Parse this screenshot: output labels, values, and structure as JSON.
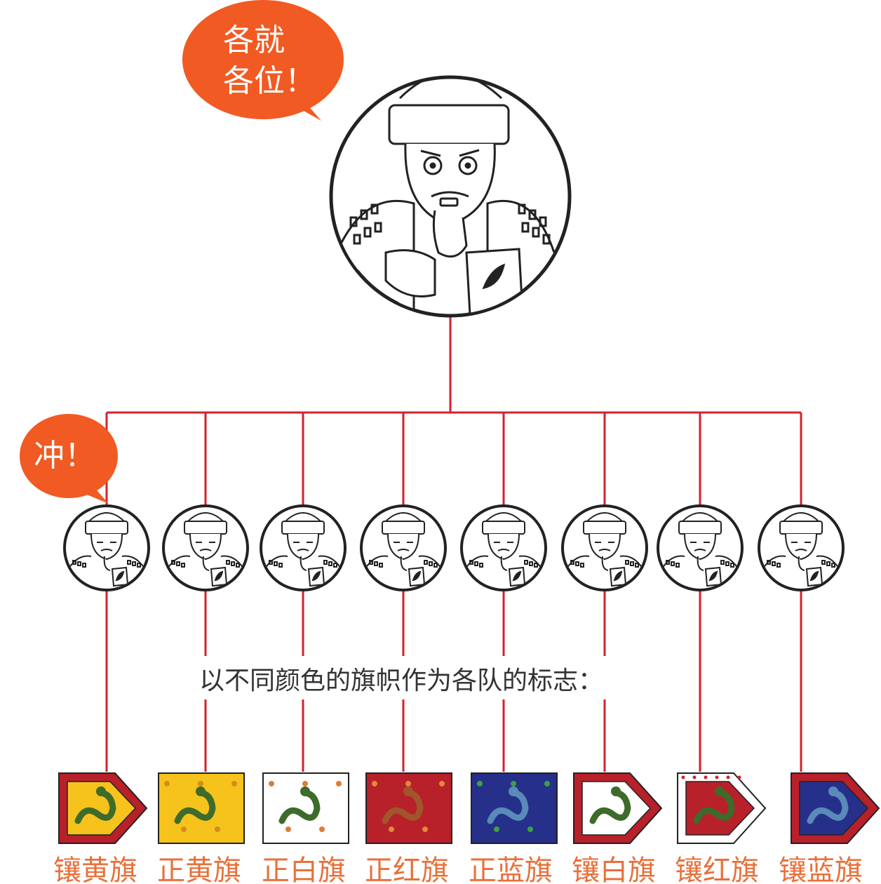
{
  "commander": {
    "speech_lines": [
      "各就",
      "各位！"
    ]
  },
  "soldier_speech": "冲！",
  "caption": "以不同颜色的旗帜作为各队的标志：",
  "colors": {
    "line": "#d3222e",
    "bubble": "#f15a22",
    "label": "#e8703a",
    "ink": "#222222"
  },
  "banners": [
    {
      "label": "镶黄旗",
      "field": "#f5c31c",
      "border": "#b8202a",
      "bordered": true
    },
    {
      "label": "正黄旗",
      "field": "#f5c31c",
      "border": "#f5c31c",
      "bordered": false
    },
    {
      "label": "正白旗",
      "field": "#ffffff",
      "border": "#ffffff",
      "bordered": false
    },
    {
      "label": "正红旗",
      "field": "#b8202a",
      "border": "#b8202a",
      "bordered": false
    },
    {
      "label": "正蓝旗",
      "field": "#26308a",
      "border": "#26308a",
      "bordered": false
    },
    {
      "label": "镶白旗",
      "field": "#ffffff",
      "border": "#b8202a",
      "bordered": true
    },
    {
      "label": "镶红旗",
      "field": "#b8202a",
      "border": "#ffffff",
      "bordered": true
    },
    {
      "label": "镶蓝旗",
      "field": "#26308a",
      "border": "#b8202a",
      "bordered": true
    }
  ]
}
